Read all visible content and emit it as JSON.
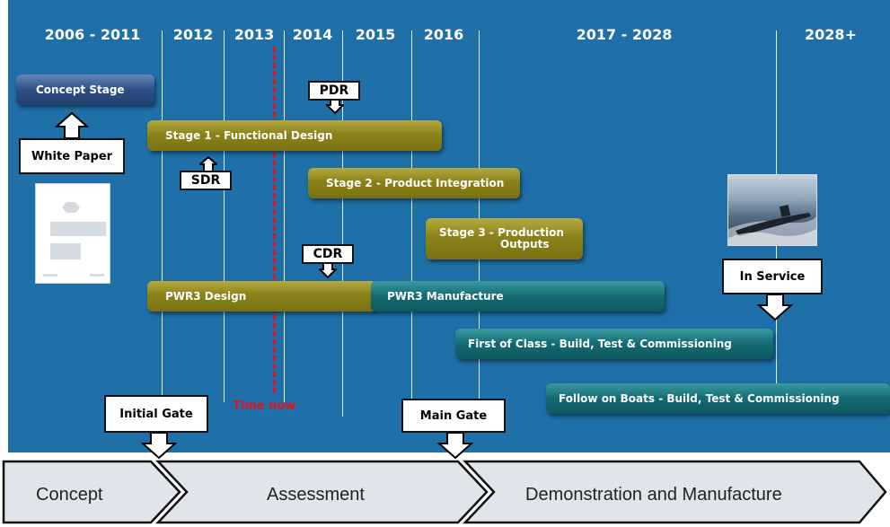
{
  "timeline": {
    "years": [
      "2006 - 2011",
      "2012",
      "2013",
      "2014",
      "2015",
      "2016",
      "2017 - 2028",
      "2028+"
    ],
    "time_now_label": "Time now"
  },
  "bars": {
    "concept_stage": "Concept Stage",
    "stage1": "Stage 1 - Functional Design",
    "stage2": "Stage 2 - Product Integration",
    "stage3_line1": "Stage 3 - Production",
    "stage3_line2": "Outputs",
    "pwr3_design": "PWR3 Design",
    "pwr3_manufacture": "PWR3 Manufacture",
    "first_of_class": "First of Class - Build, Test & Commissioning",
    "follow_on_boats": "Follow on Boats - Build, Test & Commissioning"
  },
  "milestones": {
    "pdr": "PDR",
    "sdr": "SDR",
    "cdr": "CDR",
    "white_paper": "White Paper",
    "in_service": "In Service",
    "initial_gate": "Initial Gate",
    "main_gate": "Main Gate"
  },
  "phases": [
    "Concept",
    "Assessment",
    "Demonstration and Manufacture"
  ],
  "colors": {
    "background": "#1f6fa8",
    "olive_bar": "#8a8219",
    "teal_bar": "#146a72",
    "navy_bar": "#2e4f86",
    "time_now": "#e1141e",
    "chevron_fill": "#dfe5ea"
  }
}
